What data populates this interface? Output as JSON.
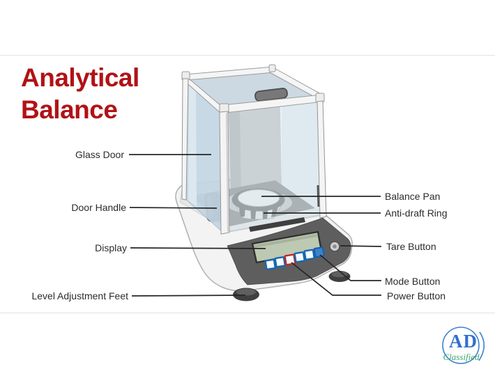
{
  "title": {
    "line1": "Analytical",
    "line2": "Balance"
  },
  "diagram": {
    "subject": "Analytical Balance parts diagram",
    "labels": {
      "left": [
        {
          "text": "Glass Door"
        },
        {
          "text": "Door Handle"
        },
        {
          "text": "Display"
        },
        {
          "text": "Level Adjustment Feet"
        }
      ],
      "right": [
        {
          "text": "Balance Pan"
        },
        {
          "text": "Anti-draft Ring"
        },
        {
          "text": "Tare Button"
        },
        {
          "text": "Mode Button"
        },
        {
          "text": "Power Button"
        }
      ]
    },
    "colors": {
      "title_red": "#b11216",
      "label_text": "#2b2b2b",
      "leader_line": "#262626",
      "glass_blue": "#c2d6e3",
      "glass_light": "#dce8f0",
      "frame_white": "#f4f4f4",
      "panel_dark": "#5e5e5e",
      "lcd_green": "#bdc9b2",
      "button_blue": "#1668b3",
      "button_red": "#c2272b",
      "base_gray": "#f3f3f3",
      "floor_gray": "#8d8d8d"
    }
  },
  "logo": {
    "text": "AD",
    "subtext": "Classified",
    "ring_color": "#3b82d4",
    "text_color": "#2f6fd0",
    "subtext_color": "#3ba568"
  }
}
